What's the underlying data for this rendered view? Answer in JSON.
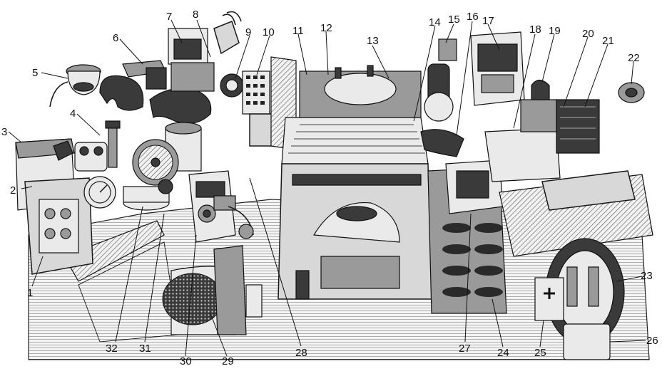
{
  "callouts": [
    {
      "id": "1"
    },
    {
      "id": "2"
    },
    {
      "id": "3"
    },
    {
      "id": "4"
    },
    {
      "id": "5"
    },
    {
      "id": "6"
    },
    {
      "id": "7"
    },
    {
      "id": "8"
    },
    {
      "id": "9"
    },
    {
      "id": "10"
    },
    {
      "id": "11"
    },
    {
      "id": "12"
    },
    {
      "id": "13"
    },
    {
      "id": "14"
    },
    {
      "id": "15"
    },
    {
      "id": "16"
    },
    {
      "id": "17"
    },
    {
      "id": "18"
    },
    {
      "id": "19"
    },
    {
      "id": "20"
    },
    {
      "id": "21"
    },
    {
      "id": "22"
    },
    {
      "id": "23"
    },
    {
      "id": "24"
    },
    {
      "id": "25"
    },
    {
      "id": "26"
    },
    {
      "id": "27"
    },
    {
      "id": "28"
    },
    {
      "id": "29"
    },
    {
      "id": "30"
    },
    {
      "id": "31"
    },
    {
      "id": "32"
    }
  ],
  "colors": {
    "ink": "#1a1a1a",
    "paper": "#ffffff"
  }
}
